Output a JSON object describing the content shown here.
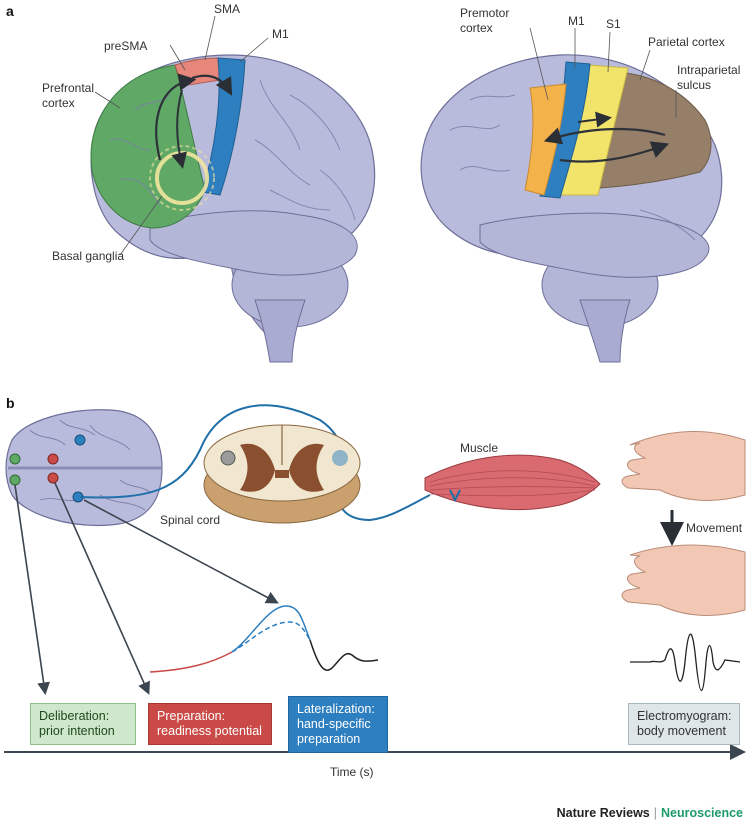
{
  "panel_a": {
    "letter": "a",
    "left_brain": {
      "sma": "SMA",
      "presma": "preSMA",
      "m1": "M1",
      "prefrontal_1": "Prefrontal",
      "prefrontal_2": "cortex",
      "basal_ganglia": "Basal ganglia"
    },
    "right_brain": {
      "premotor_1": "Premotor",
      "premotor_2": "cortex",
      "m1": "M1",
      "s1": "S1",
      "parietal": "Parietal cortex",
      "intraparietal_1": "Intraparietal",
      "intraparietal_2": "sulcus"
    }
  },
  "panel_b": {
    "letter": "b",
    "spinal_cord": "Spinal cord",
    "muscle": "Muscle",
    "movement": "Movement",
    "boxes": {
      "deliberation_1": "Deliberation:",
      "deliberation_2": "prior intention",
      "preparation_1": "Preparation:",
      "preparation_2": "readiness potential",
      "lateralization_1": "Lateralization:",
      "lateralization_2": "hand-specific",
      "lateralization_3": "preparation",
      "emg_1": "Electromyogram:",
      "emg_2": "body movement"
    },
    "time_axis": "Time (s)"
  },
  "footer": {
    "journal": "Nature Reviews",
    "section": "Neuroscience"
  },
  "colors": {
    "brain": "#b9bbdc",
    "prefrontal": "#5fa866",
    "sma": "#e7877c",
    "m1": "#2e7fc0",
    "s1": "#f2e36a",
    "premotor": "#f4b24a",
    "parietal": "#957f68",
    "readiness": "#c94a46"
  }
}
